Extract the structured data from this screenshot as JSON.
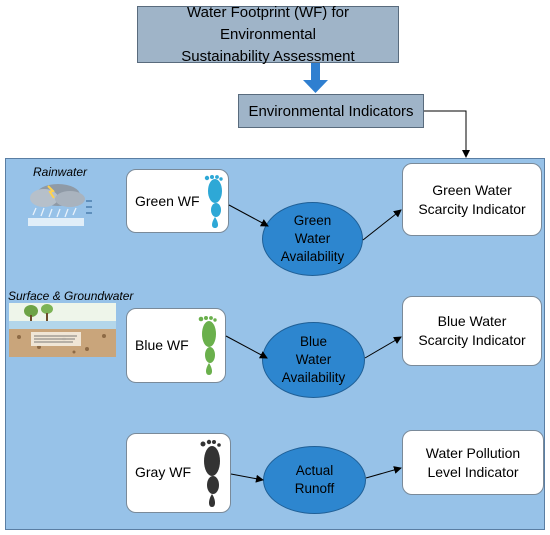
{
  "header": {
    "title_line1": "Water Footprint (WF) for  Environmental",
    "title_line2": "Sustainability Assessment",
    "indicators_label": "Environmental Indicators"
  },
  "sources": {
    "rainwater": "Rainwater",
    "surface_groundwater": "Surface & Groundwater"
  },
  "footprints": {
    "green": "Green WF",
    "blue": "Blue WF",
    "gray": "Gray WF"
  },
  "availability": {
    "green_l1": "Green",
    "green_l2": "Water",
    "green_l3": "Availability",
    "blue_l1": "Blue",
    "blue_l2": "Water",
    "blue_l3": "Availability",
    "runoff_l1": "Actual",
    "runoff_l2": "Runoff"
  },
  "indicators": {
    "green_l1": "Green Water",
    "green_l2": "Scarcity Indicator",
    "blue_l1": "Blue Water",
    "blue_l2": "Scarcity Indicator",
    "pollution_l1": "Water Pollution",
    "pollution_l2": "Level Indicator"
  },
  "colors": {
    "panel": "#97c2e8",
    "header_box": "#9fb4c8",
    "ellipse": "#2d86cf",
    "green_foot": "#2ea8d6",
    "blue_foot": "#6ab04c",
    "gray_foot": "#333333"
  },
  "icons": [
    "cloud-rain-icon",
    "soil-layers-icon",
    "footprint-icon",
    "droplet-icon"
  ]
}
